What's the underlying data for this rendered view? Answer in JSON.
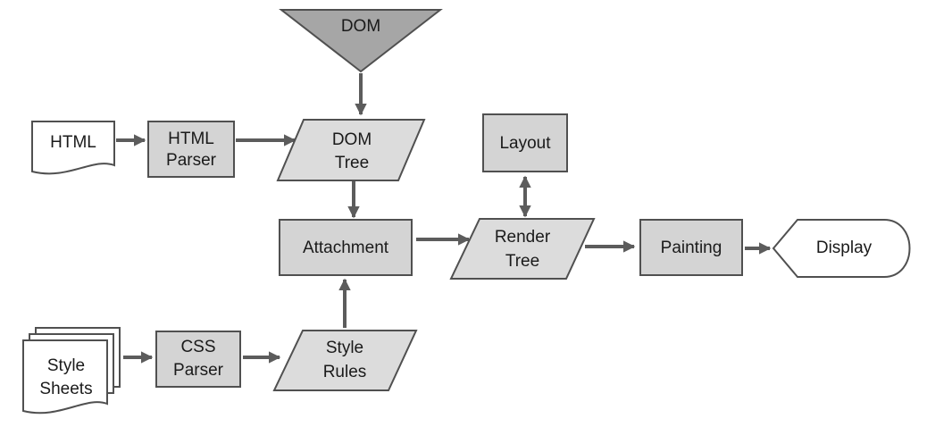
{
  "colors": {
    "process_fill": "#d4d4d4",
    "data_fill": "#dcdcdc",
    "doc_fill": "#ffffff",
    "display_fill": "#ffffff",
    "stroke": "#505050",
    "arrow": "#5c5c5c",
    "dom_fill": "#a6a6a6"
  },
  "nodes": {
    "dom": {
      "label": "DOM",
      "shape": "merge-triangle"
    },
    "html": {
      "label": "HTML",
      "shape": "document"
    },
    "html_parser": {
      "line1": "HTML",
      "line2": "Parser",
      "shape": "process"
    },
    "dom_tree": {
      "line1": "DOM",
      "line2": "Tree",
      "shape": "data"
    },
    "layout": {
      "label": "Layout",
      "shape": "process"
    },
    "attachment": {
      "label": "Attachment",
      "shape": "process"
    },
    "render_tree": {
      "line1": "Render",
      "line2": "Tree",
      "shape": "data"
    },
    "painting": {
      "label": "Painting",
      "shape": "process"
    },
    "display": {
      "label": "Display",
      "shape": "display"
    },
    "style_sheets": {
      "line1": "Style",
      "line2": "Sheets",
      "shape": "multi-document"
    },
    "css_parser": {
      "line1": "CSS",
      "line2": "Parser",
      "shape": "process"
    },
    "style_rules": {
      "line1": "Style",
      "line2": "Rules",
      "shape": "data"
    }
  },
  "edges": [
    {
      "from": "dom",
      "to": "dom_tree"
    },
    {
      "from": "html",
      "to": "html_parser"
    },
    {
      "from": "html_parser",
      "to": "dom_tree"
    },
    {
      "from": "dom_tree",
      "to": "attachment"
    },
    {
      "from": "style_sheets",
      "to": "css_parser"
    },
    {
      "from": "css_parser",
      "to": "style_rules"
    },
    {
      "from": "style_rules",
      "to": "attachment"
    },
    {
      "from": "attachment",
      "to": "render_tree"
    },
    {
      "from": "layout",
      "to": "render_tree",
      "bidirectional": true
    },
    {
      "from": "render_tree",
      "to": "painting"
    },
    {
      "from": "painting",
      "to": "display"
    }
  ]
}
